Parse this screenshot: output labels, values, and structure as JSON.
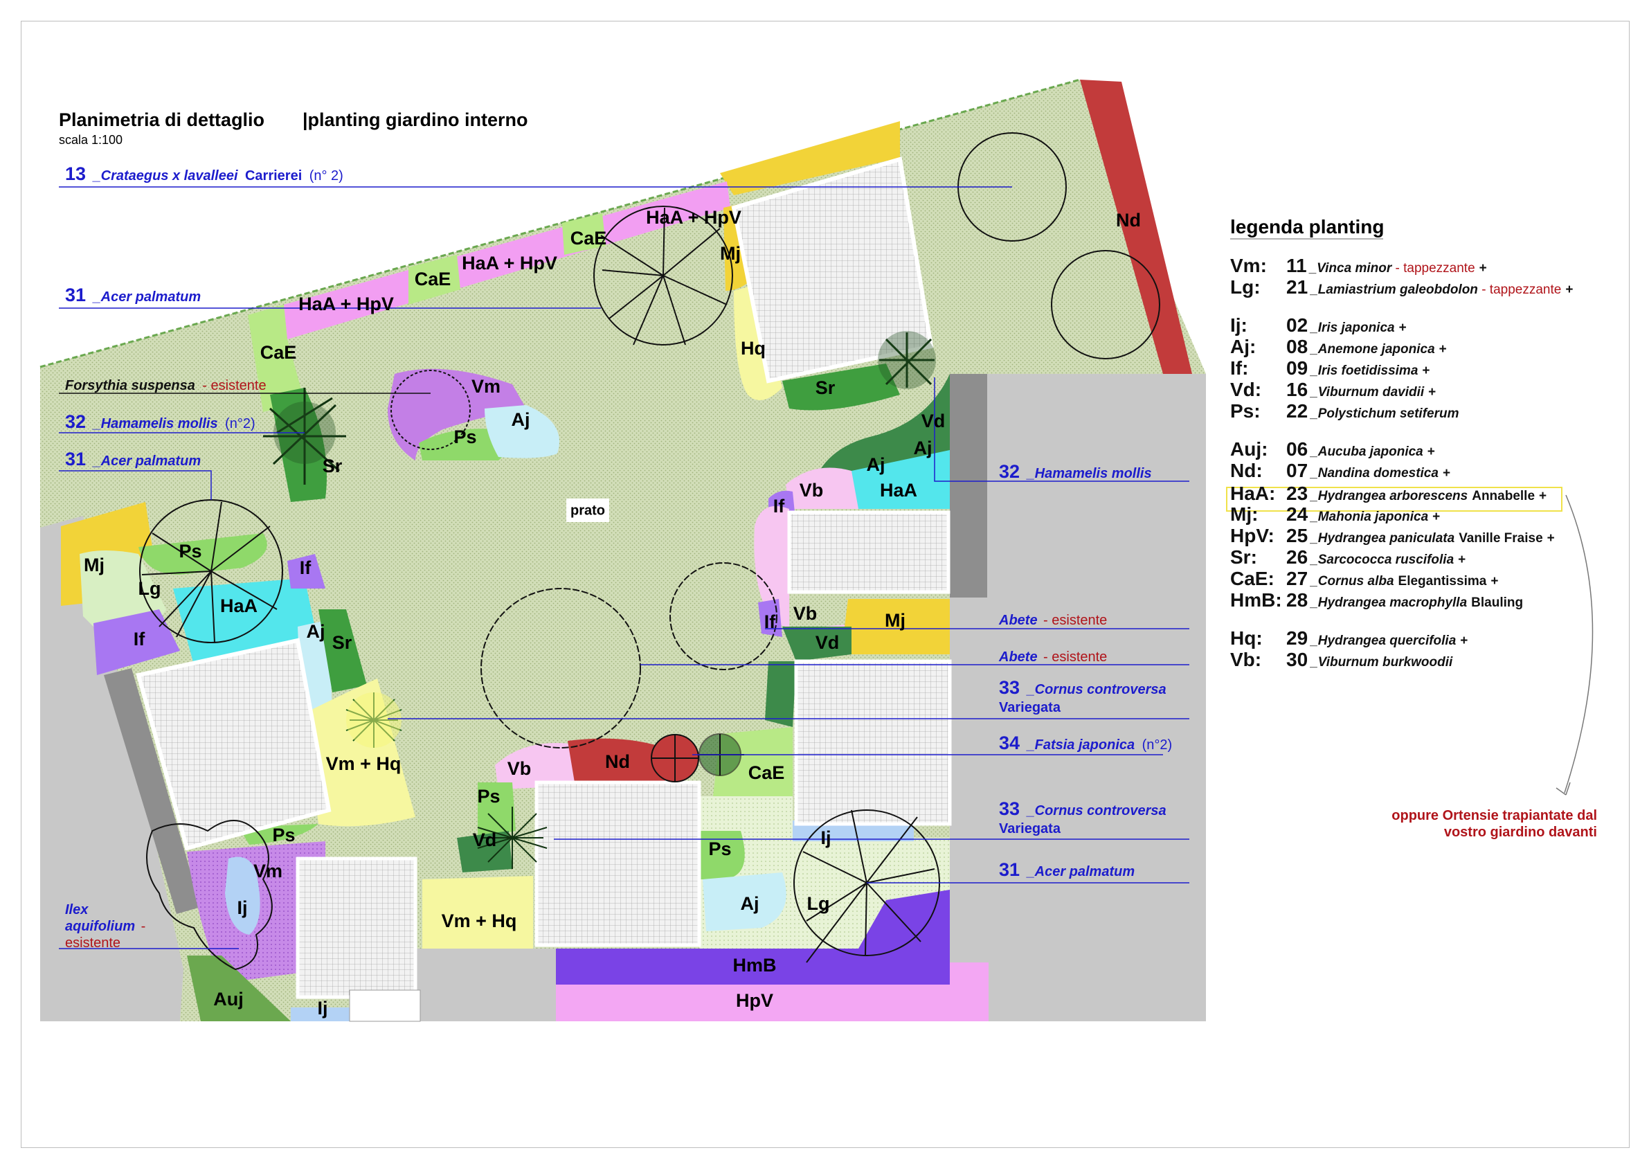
{
  "title": {
    "main": "Planimetria di dettaglio",
    "sub": "|planting giardino interno",
    "scale": "scala 1:100"
  },
  "callouts": [
    {
      "num": "13",
      "name": "_Crataegus x lavalleei",
      "upright": "Carrierei",
      "note": "(n° 2)"
    },
    {
      "num": "31",
      "name": "_Acer palmatum"
    },
    {
      "name": "Forsythia suspensa",
      "existing": "- esistente"
    },
    {
      "num": "32",
      "name": "_Hamamelis mollis",
      "note": "(n°2)"
    },
    {
      "num": "31",
      "name": "_Acer palmatum"
    },
    {
      "l1": "Ilex",
      "l2": "aquifolium",
      "dash": "-",
      "existing": "esistente"
    }
  ],
  "right_callouts": [
    {
      "num": "32",
      "name": "_Hamamelis mollis"
    },
    {
      "name": "Abete",
      "existing": "- esistente"
    },
    {
      "name": "Abete",
      "existing": "- esistente"
    },
    {
      "num": "33",
      "name": "_Cornus controversa",
      "line2": "Variegata"
    },
    {
      "num": "34",
      "name": "_Fatsia japonica",
      "note": "(n°2)"
    },
    {
      "num": "33",
      "name": "_Cornus controversa",
      "line2": "Variegata"
    },
    {
      "num": "31",
      "name": "_Acer palmatum"
    }
  ],
  "plan_labels": {
    "Nd1": "Nd",
    "CaE1": "CaE",
    "CaE2": "CaE",
    "CaE3": "CaE",
    "CaE4": "CaE",
    "HaAHpV1": "HaA + HpV",
    "HaAHpV2": "HaA + HpV",
    "HaAHpV3": "HaA + HpV",
    "Mj1": "Mj",
    "Mj2": "Mj",
    "Mj3": "Mj",
    "Hq1": "Hq",
    "Sr1": "Sr",
    "Sr2": "Sr",
    "Sr3": "Sr",
    "Vm1": "Vm",
    "Vm2": "Vm",
    "Ps1": "Ps",
    "Ps2": "Ps",
    "Ps3": "Ps",
    "Ps4": "Ps",
    "Ps5": "Ps",
    "Aj1": "Aj",
    "Aj2": "Aj",
    "Aj3": "Aj",
    "Aj4": "Aj",
    "Aj5": "Aj",
    "Vd1": "Vd",
    "Vd2": "Vd",
    "Vd3": "Vd",
    "HaA1": "HaA",
    "HaA2": "HaA",
    "Vb1": "Vb",
    "Vb2": "Vb",
    "Vb3": "Vb",
    "If1": "If",
    "If2": "If",
    "If3": "If",
    "If4": "If",
    "Lg1": "Lg",
    "Lg2": "Lg",
    "Ij1": "Ij",
    "Ij2": "Ij",
    "Ij3": "Ij",
    "Nd2": "Nd",
    "VmHq1": "Vm + Hq",
    "VmHq2": "Vm + Hq",
    "Auj1": "Auj",
    "HmB1": "HmB",
    "HpV1": "HpV",
    "prato": "prato"
  },
  "legend": {
    "title": "legenda planting",
    "rows": [
      {
        "code": "Vm:",
        "num": "11",
        "name": "_Vinca minor",
        "extra": " - tappezzante",
        "plus": "+"
      },
      {
        "code": "Lg:",
        "num": "21",
        "name": "_Lamiastrium galeobdolon",
        "extra": " - tappezzante",
        "plus": "+"
      },
      {
        "code": "Ij:",
        "num": "02",
        "name": "_Iris japonica",
        "plus": "+"
      },
      {
        "code": "Aj:",
        "num": "08",
        "name": "_Anemone japonica",
        "plus": "+"
      },
      {
        "code": "If:",
        "num": "09",
        "name": "_Iris foetidissima",
        "plus": "+"
      },
      {
        "code": "Vd:",
        "num": "16",
        "name": "_Viburnum davidii",
        "plus": "+"
      },
      {
        "code": "Ps:",
        "num": "22",
        "name": "_Polystichum setiferum"
      },
      {
        "code": "Auj:",
        "num": "06",
        "name": "_Aucuba japonica",
        "plus": "+"
      },
      {
        "code": "Nd:",
        "num": "07",
        "name": "_Nandina domestica",
        "plus": "+"
      },
      {
        "code": "HaA:",
        "num": "23",
        "name": "_Hydrangea arborescens",
        "upright": "Annabelle",
        "plus": "+"
      },
      {
        "code": "Mj:",
        "num": "24",
        "name": "_Mahonia japonica",
        "plus": "+"
      },
      {
        "code": "HpV:",
        "num": "25",
        "name": "_Hydrangea paniculata",
        "upright": "Vanille Fraise",
        "plus": "+"
      },
      {
        "code": "Sr:",
        "num": "26",
        "name": "_Sarcococca ruscifolia",
        "plus": "+"
      },
      {
        "code": "CaE:",
        "num": "27",
        "name": "_Cornus alba",
        "upright": "Elegantissima",
        "plus": "+"
      },
      {
        "code": "HmB:",
        "num": "28",
        "name": "_Hydrangea macrophylla",
        "upright": "Blauling"
      },
      {
        "code": "Hq:",
        "num": "29",
        "name": "_Hydrangea quercifolia",
        "plus": "+"
      },
      {
        "code": "Vb:",
        "num": "30",
        "name": "_Viburnum burkwoodii"
      }
    ],
    "note1": "oppure Ortensie trapiantate dal",
    "note2": "vostro giardino davanti"
  },
  "colors": {
    "lawn": "#cfdcb2",
    "Nd": "#c23b3b",
    "CaE": "#b8e986",
    "HaAHpV": "#f29ef2",
    "Mj": "#f2d338",
    "Hq": "#f6f7a0",
    "Sr": "#3f9e3f",
    "Vm": "#c37fe6",
    "Ps": "#8fd96a",
    "Aj": "#c8eef7",
    "Vd": "#3d8a4a",
    "HaA": "#53e6ec",
    "Vb": "#f7c6f1",
    "If": "#a877f2",
    "Lg": "#d8efc3",
    "Ij": "#b3d2f5",
    "HmB": "#7a43e6",
    "HpV": "#f3a7f3",
    "Auj": "#6ba84f",
    "gray": "#c8c8c8",
    "callout": "#1c1ccc",
    "existing": "#b0141a",
    "highlight": "#f0e24a"
  }
}
